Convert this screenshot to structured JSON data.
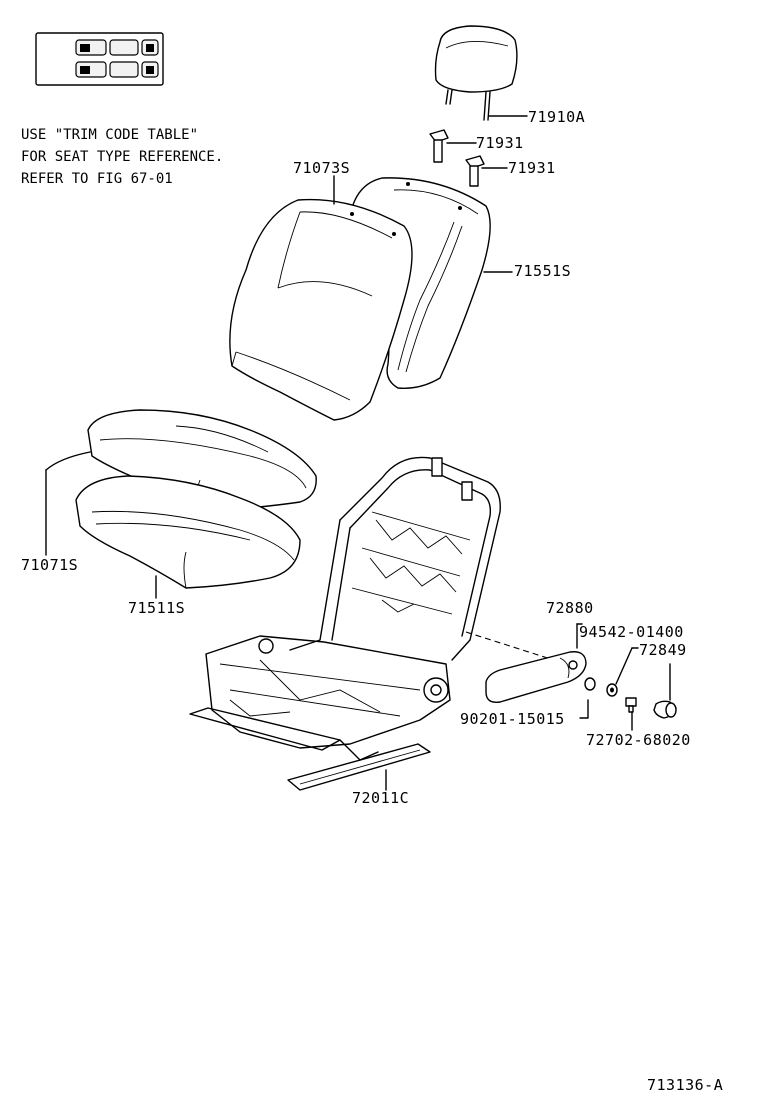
{
  "notes": {
    "line1": "USE \"TRIM CODE TABLE\"",
    "line2": "FOR SEAT TYPE REFERENCE.",
    "line3": "REFER TO FIG 67-01"
  },
  "parts": {
    "headrest": "71910A",
    "support_upper": "71931",
    "support_lower": "71931",
    "back_cover": "71073S",
    "back_pad": "71551S",
    "cushion_cover": "71071S",
    "cushion_pad": "71511S",
    "armrest": "72880",
    "armrest_bolt": "94542-01400",
    "armrest_cap": "72849",
    "washer": "90201-15015",
    "armrest_screw": "72702-68020",
    "frame_adjuster": "72011C"
  },
  "figure_id": "713136-A",
  "colors": {
    "line": "#000000",
    "background": "#ffffff"
  }
}
